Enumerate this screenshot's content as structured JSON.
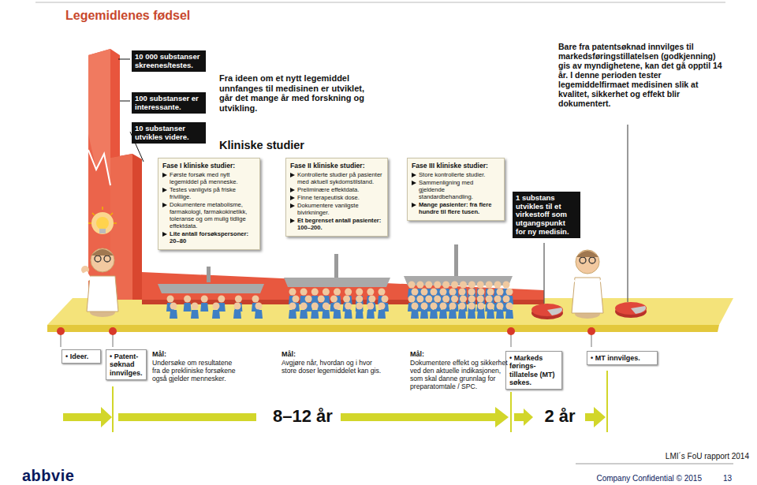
{
  "diagram": {
    "title": "Legemidlenes fødsel",
    "nodes": [
      {
        "text": [
          "10 000 substanser skreenes/testes."
        ]
      },
      {
        "text": [
          "100 substanser er interessante."
        ]
      },
      {
        "text": [
          "10 substanser utvikles videre."
        ]
      },
      {
        "text": [
          "Fase I kliniske studier:",
          "Første forsøk med nytt legemiddel på menneske.",
          "Testes vanligvis på friske frivillige.",
          "Dokumentere metabolisme, farmakologi, farmakokinetikk, toleranse og om mulig tidlige effektdata.",
          "Lite antall forsøkspersoner: 20–80"
        ]
      },
      {
        "text": [
          "Fase II kliniske studier:",
          "Kontrollerte studier på pasienter med aktuell sykdomstilstand.",
          "Preliminære effektdata.",
          "Finne terapeutisk dose.",
          "Dokumentere vanligste bivirkninger.",
          "Et begrenset antall pasienter: 100–200."
        ]
      },
      {
        "text": [
          "Fase III kliniske studier:",
          "Store kontrollerte studier.",
          "Sammenligning med gjeldende standardbehandling.",
          "Mange pasienter: fra flere hundre til flere tusen."
        ]
      },
      {
        "text": [
          "1 substans utvikles til et virkestoff som utgangspunkt for ny medisin."
        ]
      },
      {
        "text": [
          "• Ideer."
        ]
      },
      {
        "text": [
          "• Patent-søknad innvilges."
        ]
      },
      {
        "text": [
          "• Markeds førings-tillatelse (MT) søkes."
        ]
      },
      {
        "text": [
          "• MT innvilges."
        ]
      }
    ],
    "labels": [
      "Fra ideen om et nytt legemiddel unnfanges til medisinen er utviklet, går det mange år med forskning og utvikling.",
      "Kliniske studier",
      "Bare fra patentsøknad innvilges til markedsføringstillatelsen (godkjenning) gis av myndighetene, kan det gå opptil 14 år. I denne perioden tester legemiddelfirmaet medisinen slik at kvalitet, sikkerhet og effekt blir dokumentert.",
      "Mål:",
      "Undersøke om resultatene fra de prekliniske forsøkene også gjelder mennesker.",
      "Mål:",
      "Avgjøre når, hvordan og i hvor store doser legemiddelet kan gis.",
      "Mål:",
      "Dokumentere effekt og sikkerhet ved den aktuelle indikasjonen, som skal danne grunnlag for preparatomtale / SPC.",
      "8–12 år",
      "2 år",
      "LMI´s FoU rapport 2014",
      "abbvie",
      "Company Confidential © 2015",
      "13"
    ]
  }
}
